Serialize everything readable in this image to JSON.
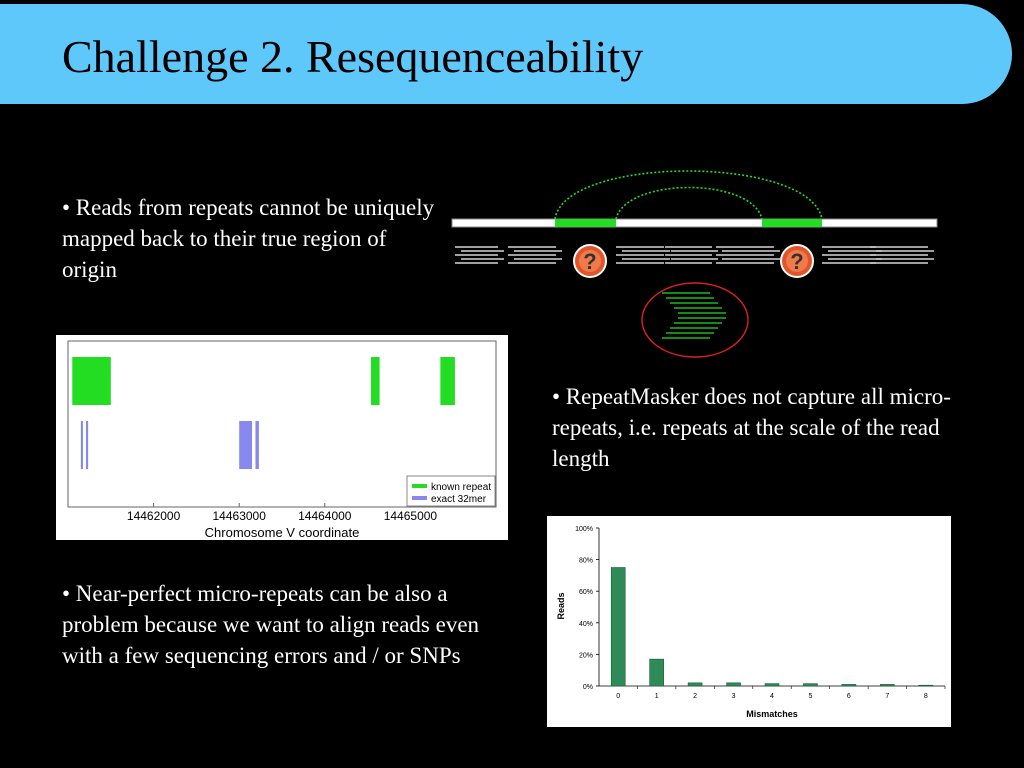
{
  "slide": {
    "title": "Challenge 2. Resequenceability",
    "bullets": [
      "• Reads from repeats cannot be uniquely mapped back to their true region of origin",
      "• RepeatMasker does not capture all micro-repeats, i.e. repeats at the scale of the read length",
      "• Near-perfect micro-repeats can be also a problem because we want to align reads even with a few sequencing errors and / or SNPs"
    ],
    "colors": {
      "title_bar": "#5ec8fb",
      "repeat_green": "#22dd22",
      "kmer_blue": "#8888ee",
      "bar_green": "#2e8b57",
      "circle_red": "#e02020"
    }
  },
  "diagram": {
    "question_mark": "?",
    "question_icon": "question-badge-icon"
  },
  "chart_data": [
    {
      "type": "bar",
      "xlabel": "Chromosome V coordinate",
      "xticks": [
        "14462000",
        "14463000",
        "14464000",
        "14465000"
      ],
      "xlim": [
        14461000,
        14466000
      ],
      "legend": [
        "known repeat",
        "exact 32mer"
      ],
      "legend_placement": "bottom-right",
      "series": [
        {
          "name": "known repeat",
          "intervals": [
            [
              14461050,
              14461500
            ],
            [
              14464540,
              14464640
            ],
            [
              14465350,
              14465520
            ]
          ]
        },
        {
          "name": "exact 32mer",
          "intervals": [
            [
              14461150,
              14461175
            ],
            [
              14461210,
              14461235
            ],
            [
              14463000,
              14463150
            ],
            [
              14463190,
              14463230
            ]
          ]
        }
      ]
    },
    {
      "type": "bar",
      "xlabel": "Mismatches",
      "ylabel": "Reads",
      "categories": [
        "0",
        "1",
        "2",
        "3",
        "4",
        "5",
        "6",
        "7",
        "8"
      ],
      "values": [
        75,
        17,
        2,
        2,
        1.5,
        1.5,
        1,
        1,
        0.5
      ],
      "yticks": [
        "0%",
        "20%",
        "40%",
        "60%",
        "80%",
        "100%"
      ],
      "ylim": [
        0,
        100
      ]
    }
  ]
}
